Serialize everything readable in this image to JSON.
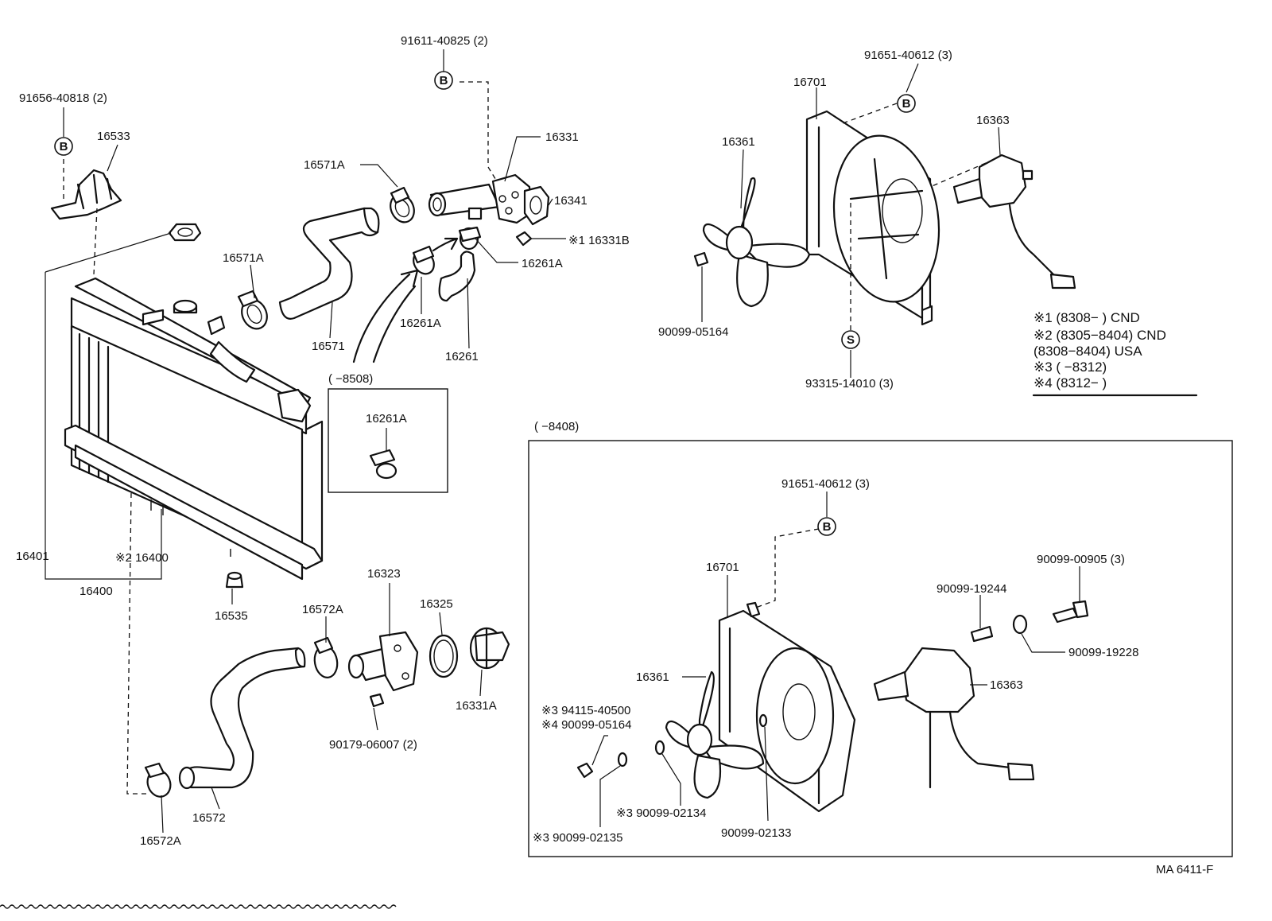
{
  "labels": {
    "p91656": "91656-40818 (2)",
    "p16533": "16533",
    "p91611": "91611-40825 (2)",
    "p16331": "16331",
    "p16571A_top": "16571A",
    "p16341": "16341",
    "p16331B": "※1 16331B",
    "p16261A_right": "16261A",
    "p16571A_left": "16571A",
    "p16571": "16571",
    "p16261A_mid": "16261A",
    "p16261": "16261",
    "inset_range": "(      −8508)",
    "p16261A_inset": "16261A",
    "p16401": "16401",
    "p16400_star": "※2 16400",
    "p16400": "16400",
    "p16535": "16535",
    "p16572A_top": "16572A",
    "p16323": "16323",
    "p16325": "16325",
    "p16331A": "16331A",
    "p90179": "90179-06007 (2)",
    "p16572": "16572",
    "p16572A_bottom": "16572A",
    "p91651_top": "91651-40612 (3)",
    "p16701_top": "16701",
    "p16361_top": "16361",
    "p16363_top": "16363",
    "p90099_05164_top": "90099-05164",
    "p93315": "93315-14010 (3)",
    "box_range": "(      −8408)",
    "p91651_box": "91651-40612 (3)",
    "p16701_box": "16701",
    "p90099_00905": "90099-00905 (3)",
    "p90099_19244": "90099-19244",
    "p90099_19228": "90099-19228",
    "p16361_box": "16361",
    "p16363_box": "16363",
    "p94115": "※3 94115-40500",
    "p90099_05164_box": "※4 90099-05164",
    "p90099_02134": "※3 90099-02134",
    "p90099_02133": "90099-02133",
    "p90099_02135": "※3 90099-02135",
    "drawing_no": "MA 6411-F"
  },
  "symbols": {
    "b1": "B",
    "b2": "B",
    "b3": "B",
    "b4": "B",
    "s1": "S"
  },
  "notes": [
    "※1 (8308−        ) CND",
    "※2 (8305−8404) CND",
    "      (8308−8404) USA",
    "※3 (        −8312)",
    "※4 (8312−        )"
  ]
}
